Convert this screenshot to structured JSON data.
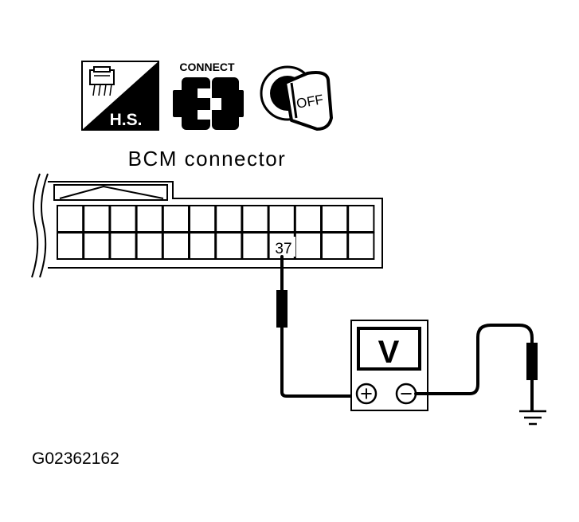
{
  "icons": {
    "harness_sign": {
      "label": "H.S.",
      "icon": "harness-connector-icon"
    },
    "connect": {
      "label": "CONNECT",
      "icon": "connector-plug-icon"
    },
    "ignition": {
      "label": "OFF",
      "icon": "ignition-key-icon"
    }
  },
  "connector": {
    "title": "BCM connector",
    "terminal": "37"
  },
  "meter": {
    "label": "V",
    "positive": "+",
    "negative": "−"
  },
  "figure_code": "G02362162"
}
